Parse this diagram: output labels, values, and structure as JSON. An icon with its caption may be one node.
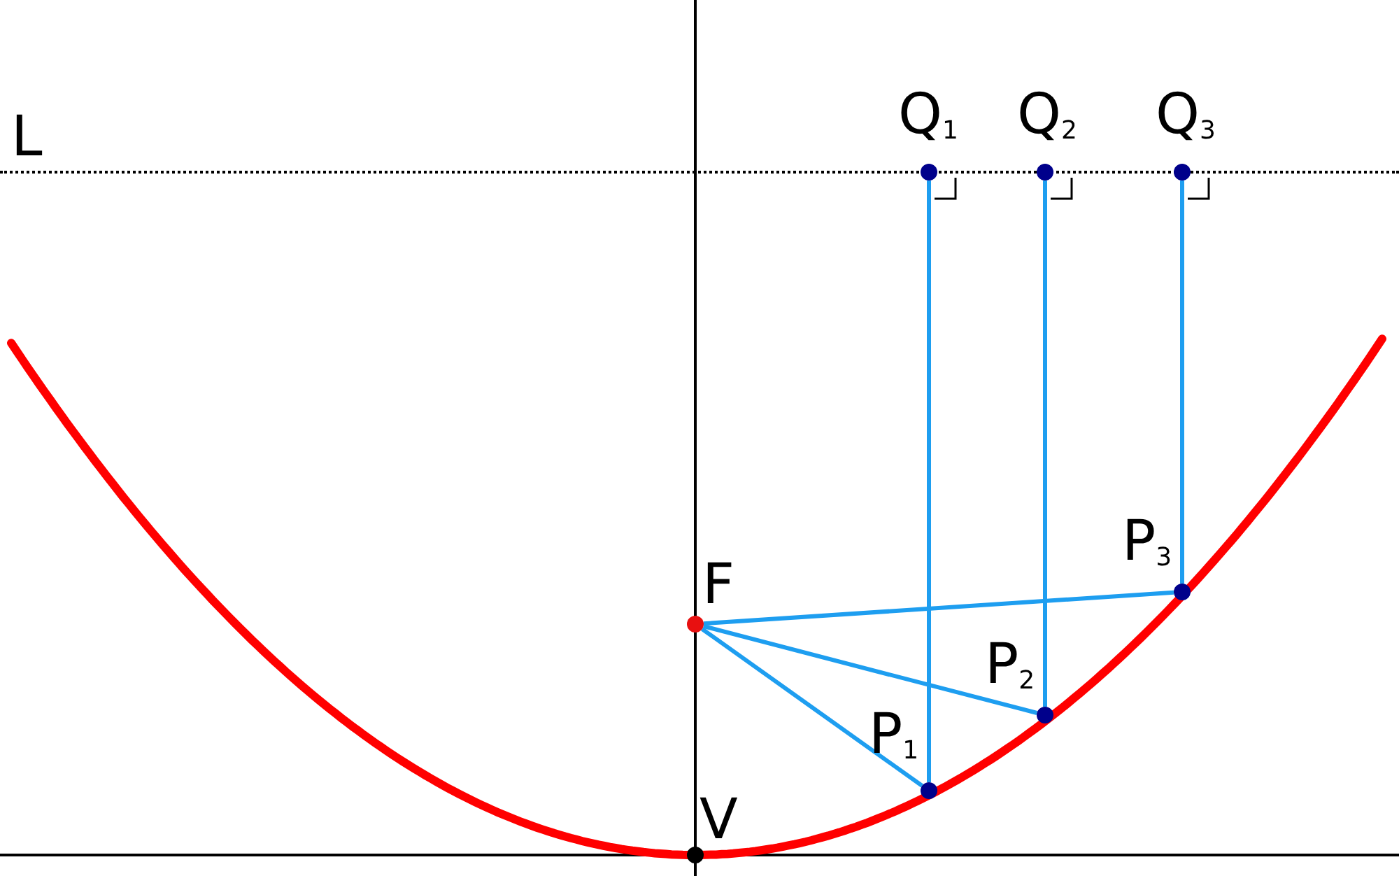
{
  "diagram": {
    "nodes": [
      {
        "text": [],
        "shape": "circle",
        "beside": [
          "F"
        ]
      },
      {
        "text": [],
        "shape": "circle",
        "beside": [
          "V"
        ]
      },
      {
        "text": [],
        "shape": "circle",
        "beside": [
          "P$_{1}$"
        ]
      },
      {
        "text": [],
        "shape": "circle",
        "beside": [
          "P$_{2}$"
        ]
      },
      {
        "text": [],
        "shape": "circle",
        "beside": [
          "P$_{3}$"
        ]
      },
      {
        "text": [],
        "shape": "circle",
        "beside": [
          "Q$_{1}$"
        ]
      },
      {
        "text": [],
        "shape": "circle",
        "beside": [
          "Q$_{2}$"
        ]
      },
      {
        "text": [],
        "shape": "circle",
        "beside": [
          "Q$_{3}$"
        ]
      },
      {
        "text": [],
        "shape": "line",
        "beside": [
          "L"
        ]
      }
    ],
    "edges": [
      {
        "from": 0,
        "to": 2,
        "arrow": "none"
      },
      {
        "from": 0,
        "to": 3,
        "arrow": "none"
      },
      {
        "from": 0,
        "to": 4,
        "arrow": "none"
      },
      {
        "from": 2,
        "to": 5,
        "arrow": "none"
      },
      {
        "from": 3,
        "to": 6,
        "arrow": "none"
      },
      {
        "from": 4,
        "to": 7,
        "arrow": "none"
      }
    ],
    "labels": []
  }
}
